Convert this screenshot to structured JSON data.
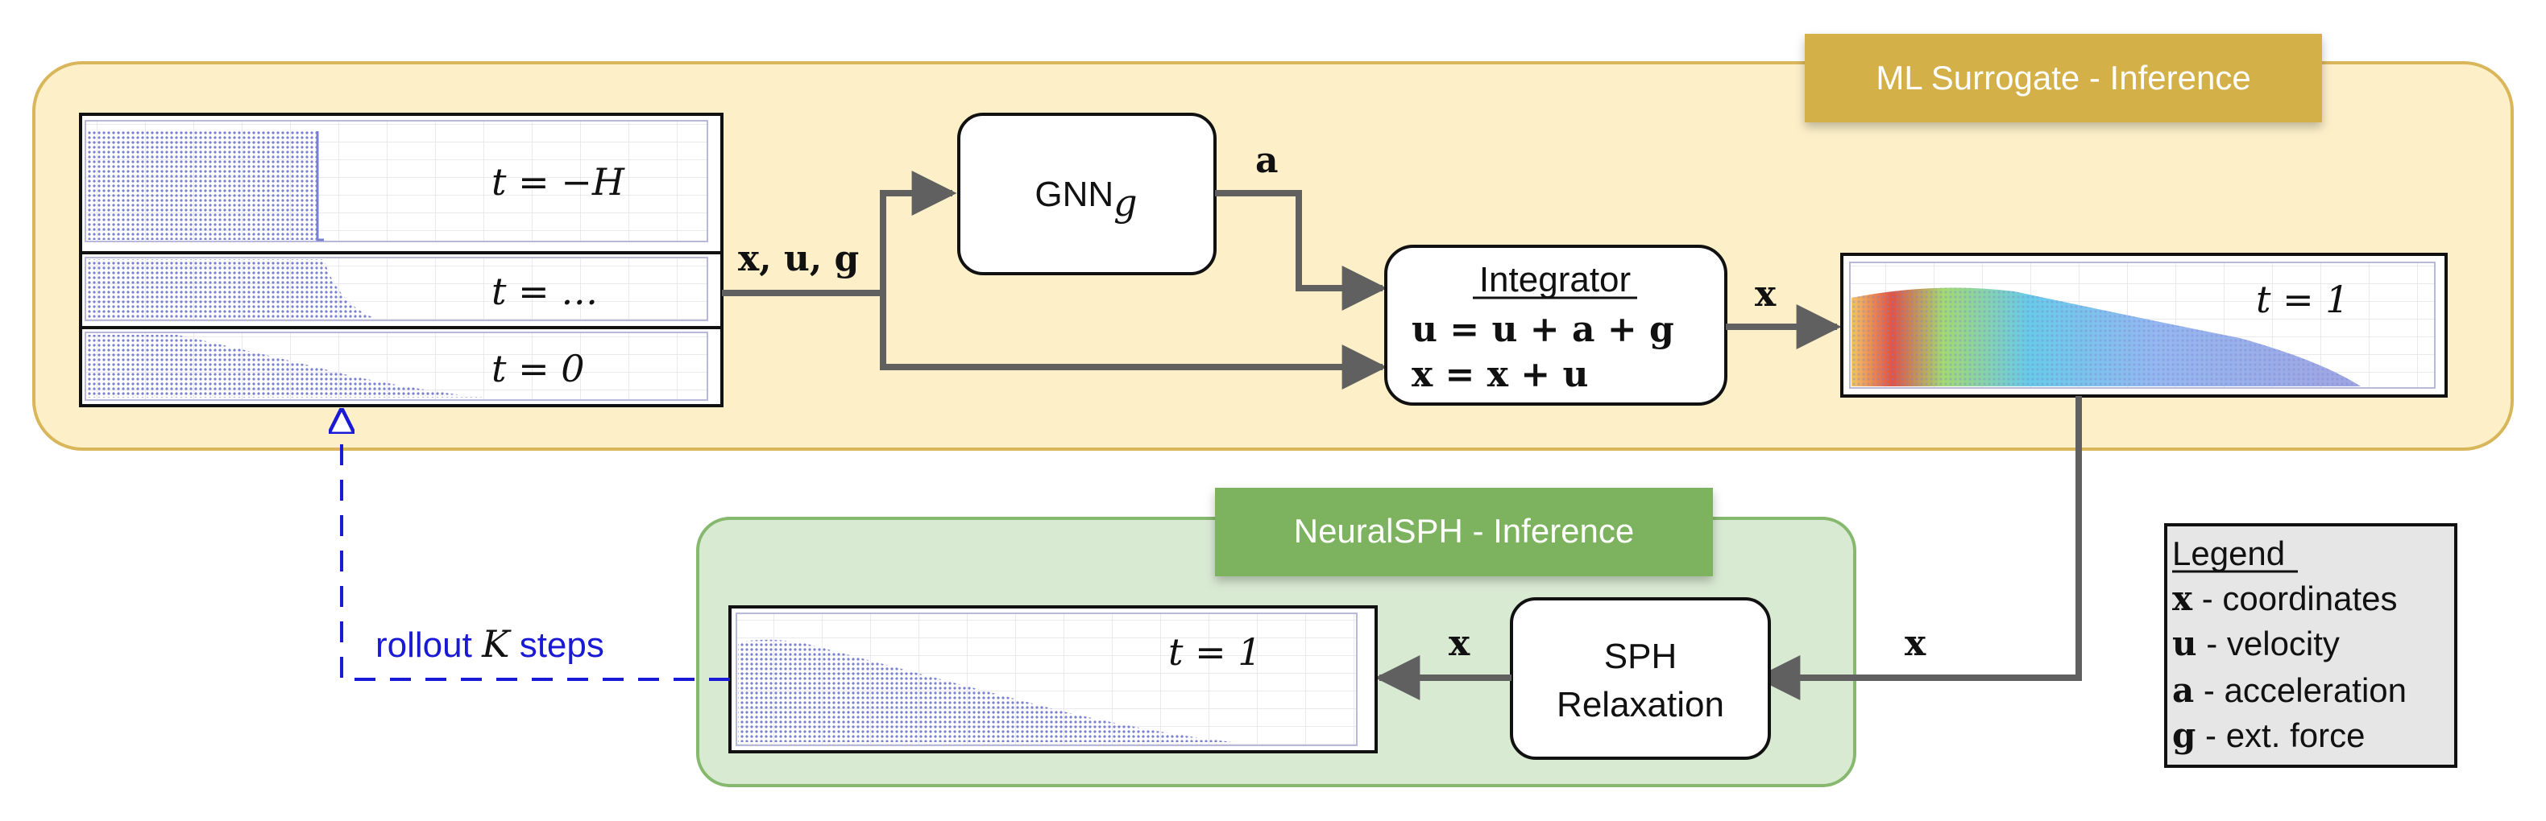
{
  "sections": {
    "ml_banner": "ML Surrogate - Inference",
    "neural_banner": "NeuralSPH - Inference"
  },
  "history_panels": {
    "t_minus_H": "t = −H",
    "t_dots": "t = …",
    "t_zero": "t = 0"
  },
  "gnn": {
    "label": "GNN",
    "subscript": "g"
  },
  "integrator": {
    "title": "Integrator",
    "eq1": "u = u + a + g",
    "eq2": "x = x + u"
  },
  "edges": {
    "inputs": "x, u, g",
    "accel": "a",
    "coords_out": "x",
    "coords_down": "x",
    "coords_left": "x"
  },
  "ml_output_panel": {
    "time": "t = 1"
  },
  "sph": {
    "line1": "SPH",
    "line2": "Relaxation"
  },
  "neural_output_panel": {
    "time": "t = 1"
  },
  "rollout": {
    "prefix": "rollout",
    "var": "K",
    "suffix": "steps"
  },
  "legend": {
    "title": "Legend",
    "items": [
      {
        "sym": "x",
        "desc": "- coordinates"
      },
      {
        "sym": "u",
        "desc": "- velocity"
      },
      {
        "sym": "a",
        "desc": "- acceleration"
      },
      {
        "sym": "g",
        "desc": "- ext. force"
      }
    ]
  },
  "colors": {
    "ml_bg": "#fdf0c9",
    "ml_border": "#d9b65a",
    "ml_banner": "#d4b04a",
    "neural_bg": "#d9ead3",
    "neural_border": "#86b86e",
    "neural_banner": "#7db25f",
    "particles": "#7a7fd0",
    "arrow": "#606060",
    "rollout": "#1a1ad6",
    "legend_bg": "#e6e6e6"
  }
}
